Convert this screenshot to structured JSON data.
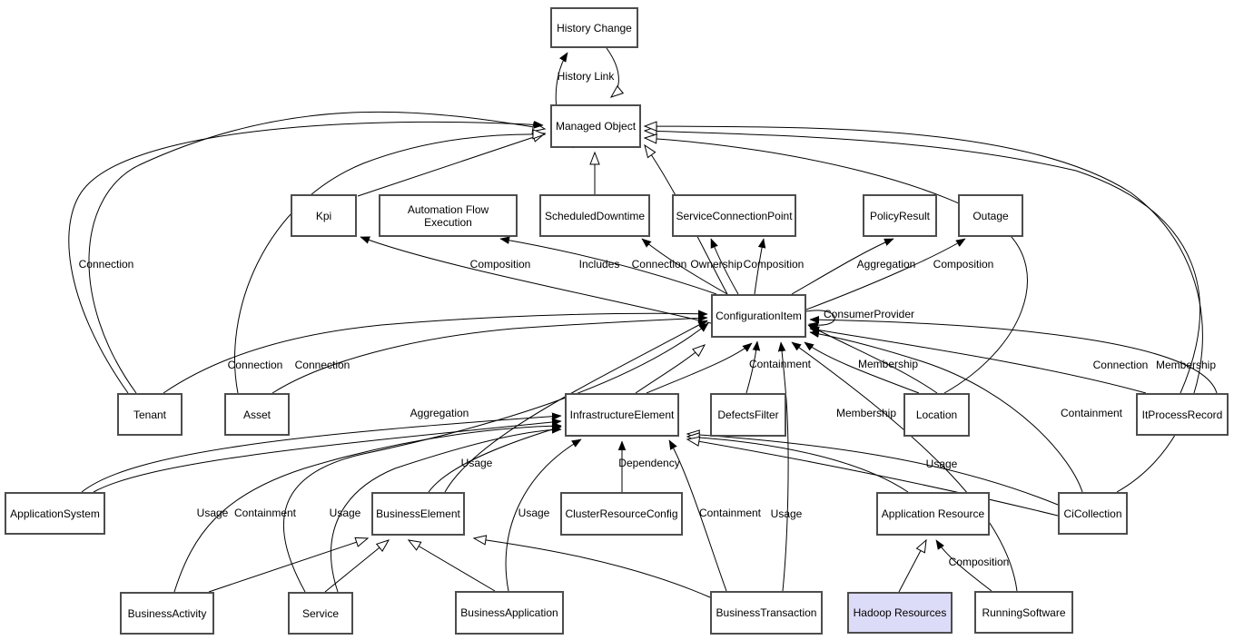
{
  "diagram": {
    "type": "uml-class-relationship-diagram",
    "colors": {
      "background": "#ffffff",
      "node_fill": "#ffffff",
      "node_border": "#4d4d4d",
      "highlight_fill": "#dcdcf8",
      "edge": "#000000",
      "text": "#000000"
    },
    "nodes": [
      {
        "id": "history-change",
        "label": "History Change"
      },
      {
        "id": "managed-object",
        "label": "Managed Object"
      },
      {
        "id": "kpi",
        "label": "Kpi"
      },
      {
        "id": "automation-flow-execution",
        "label": "Automation Flow Execution"
      },
      {
        "id": "scheduled-downtime",
        "label": "ScheduledDowntime"
      },
      {
        "id": "service-connection-point",
        "label": "ServiceConnectionPoint"
      },
      {
        "id": "policy-result",
        "label": "PolicyResult"
      },
      {
        "id": "outage",
        "label": "Outage"
      },
      {
        "id": "configuration-item",
        "label": "ConfigurationItem"
      },
      {
        "id": "tenant",
        "label": "Tenant"
      },
      {
        "id": "asset",
        "label": "Asset"
      },
      {
        "id": "infrastructure-element",
        "label": "InfrastructureElement"
      },
      {
        "id": "defects-filter",
        "label": "DefectsFilter"
      },
      {
        "id": "location",
        "label": "Location"
      },
      {
        "id": "it-process-record",
        "label": "ItProcessRecord"
      },
      {
        "id": "application-system",
        "label": "ApplicationSystem"
      },
      {
        "id": "business-element",
        "label": "BusinessElement"
      },
      {
        "id": "cluster-resource-config",
        "label": "ClusterResourceConfig"
      },
      {
        "id": "application-resource",
        "label": "Application Resource"
      },
      {
        "id": "ci-collection",
        "label": "CiCollection"
      },
      {
        "id": "business-activity",
        "label": "BusinessActivity"
      },
      {
        "id": "service",
        "label": "Service"
      },
      {
        "id": "business-application",
        "label": "BusinessApplication"
      },
      {
        "id": "business-transaction",
        "label": "BusinessTransaction"
      },
      {
        "id": "hadoop-resources",
        "label": "Hadoop Resources",
        "highlighted": true
      },
      {
        "id": "running-software",
        "label": "RunningSoftware"
      }
    ],
    "edge_labels": [
      {
        "text": "History Link"
      },
      {
        "text": "Connection"
      },
      {
        "text": "Composition"
      },
      {
        "text": "Includes"
      },
      {
        "text": "Connection"
      },
      {
        "text": "Ownership"
      },
      {
        "text": "Composition"
      },
      {
        "text": "Aggregation"
      },
      {
        "text": "Composition"
      },
      {
        "text": "ConsumerProvider"
      },
      {
        "text": "Connection"
      },
      {
        "text": "Connection"
      },
      {
        "text": "Containment"
      },
      {
        "text": "Membership"
      },
      {
        "text": "Connection"
      },
      {
        "text": "Membership"
      },
      {
        "text": "Aggregation"
      },
      {
        "text": "Membership"
      },
      {
        "text": "Containment"
      },
      {
        "text": "Usage"
      },
      {
        "text": "Dependency"
      },
      {
        "text": "Usage"
      },
      {
        "text": "Usage"
      },
      {
        "text": "Containment"
      },
      {
        "text": "Usage"
      },
      {
        "text": "Usage"
      },
      {
        "text": "Containment"
      },
      {
        "text": "Usage"
      },
      {
        "text": "Composition"
      }
    ]
  }
}
